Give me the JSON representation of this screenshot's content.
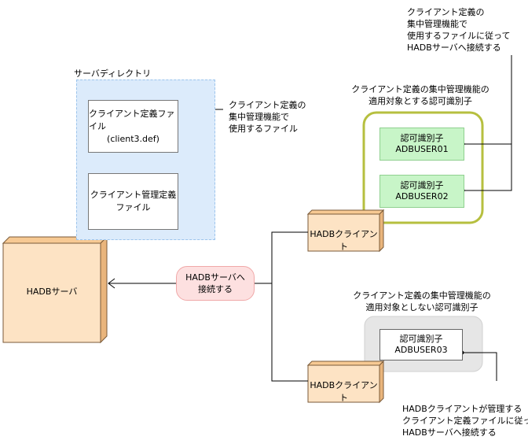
{
  "server_dir": {
    "label": "サーバディレクトリ"
  },
  "client_def_file": {
    "line1": "クライアント定義ファイル",
    "line2": "(client3.def)"
  },
  "client_mgmt_file": {
    "line1": "クライアント管理定義",
    "line2": "ファイル"
  },
  "annotation_file": {
    "line1": "クライアント定義の",
    "line2": "集中管理機能で",
    "line3": "使用するファイル"
  },
  "annotation_top": {
    "line1": "クライアント定義の",
    "line2": "集中管理機能で",
    "line3": "使用するファイルに従って",
    "line4": "HADBサーバへ接続する"
  },
  "group_applied": {
    "line1": "クライアント定義の集中管理機能の",
    "line2": "適用対象とする認可識別子"
  },
  "group_not_applied": {
    "line1": "クライアント定義の集中管理機能の",
    "line2": "適用対象としない認可識別子"
  },
  "auth_ids": [
    {
      "label": "認可識別子",
      "value": "ADBUSER01"
    },
    {
      "label": "認可識別子",
      "value": "ADBUSER02"
    },
    {
      "label": "認可識別子",
      "value": "ADBUSER03"
    }
  ],
  "hadb_server": {
    "label": "HADBサーバ"
  },
  "hadb_clients": [
    {
      "label": "HADBクライアント"
    },
    {
      "label": "HADBクライアント"
    }
  ],
  "connect_pill": {
    "line1": "HADBサーバへ",
    "line2": "接続する"
  },
  "annotation_bottom": {
    "line1": "HADBクライアントが管理する",
    "line2": "クライアント定義ファイルに従って",
    "line3": "HADBサーバへ接続する"
  },
  "colors": {
    "directory_fill": "#dcebfb",
    "applied_group_border": "#b6bf3f",
    "auth_id_fill": "#c8f5c8",
    "not_applied_group_fill": "#e6e6e6",
    "box_3d_fill": "#fde3c4",
    "connect_pill_fill": "#fde0e0"
  }
}
